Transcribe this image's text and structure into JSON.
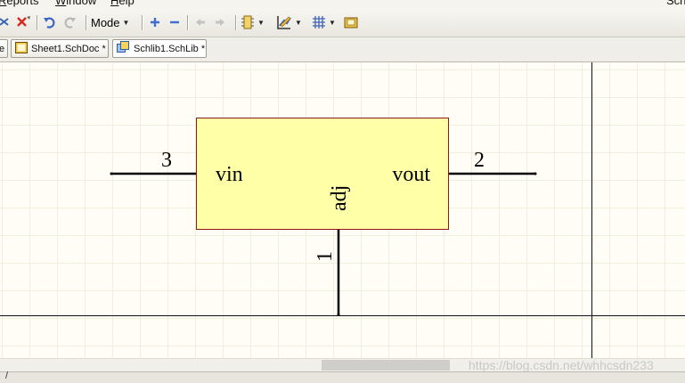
{
  "menu": {
    "reports": "Reports",
    "window": "Window",
    "help": "Help",
    "right_fragment": "Sch"
  },
  "toolbar": {
    "mode_label": "Mode"
  },
  "tabs": [
    {
      "label": "e"
    },
    {
      "label": "Sheet1.SchDoc *"
    },
    {
      "label": "Schlib1.SchLib *"
    }
  ],
  "component": {
    "body_fill": "#ffffa8",
    "body_stroke": "#8b1a1a",
    "pins": [
      {
        "number": "3",
        "name": "vin"
      },
      {
        "number": "2",
        "name": "vout"
      },
      {
        "number": "1",
        "name": "adj"
      }
    ]
  },
  "status": {
    "text": "/"
  },
  "watermark": "https://blog.csdn.net/whhcsdn233"
}
